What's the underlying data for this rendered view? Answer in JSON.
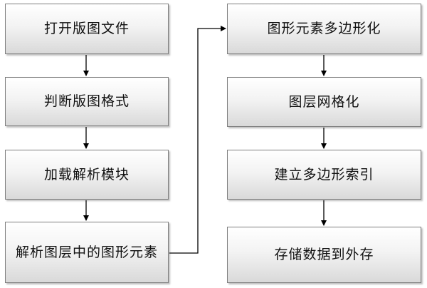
{
  "flowchart": {
    "left_column": [
      {
        "id": "step-1",
        "label": "打开版图文件"
      },
      {
        "id": "step-2",
        "label": "判断版图格式"
      },
      {
        "id": "step-3",
        "label": "加载解析模块"
      },
      {
        "id": "step-4",
        "label": "解析图层中的图形元素"
      }
    ],
    "right_column": [
      {
        "id": "step-5",
        "label": "图形元素多边形化"
      },
      {
        "id": "step-6",
        "label": "图层网格化"
      },
      {
        "id": "step-7",
        "label": "建立多边形索引"
      },
      {
        "id": "step-8",
        "label": "存储数据到外存"
      }
    ],
    "colors": {
      "border": "#7f7f7f",
      "arrow": "#000000",
      "fill_top": "#ffffff",
      "fill_bottom": "#d9d9d9"
    }
  }
}
